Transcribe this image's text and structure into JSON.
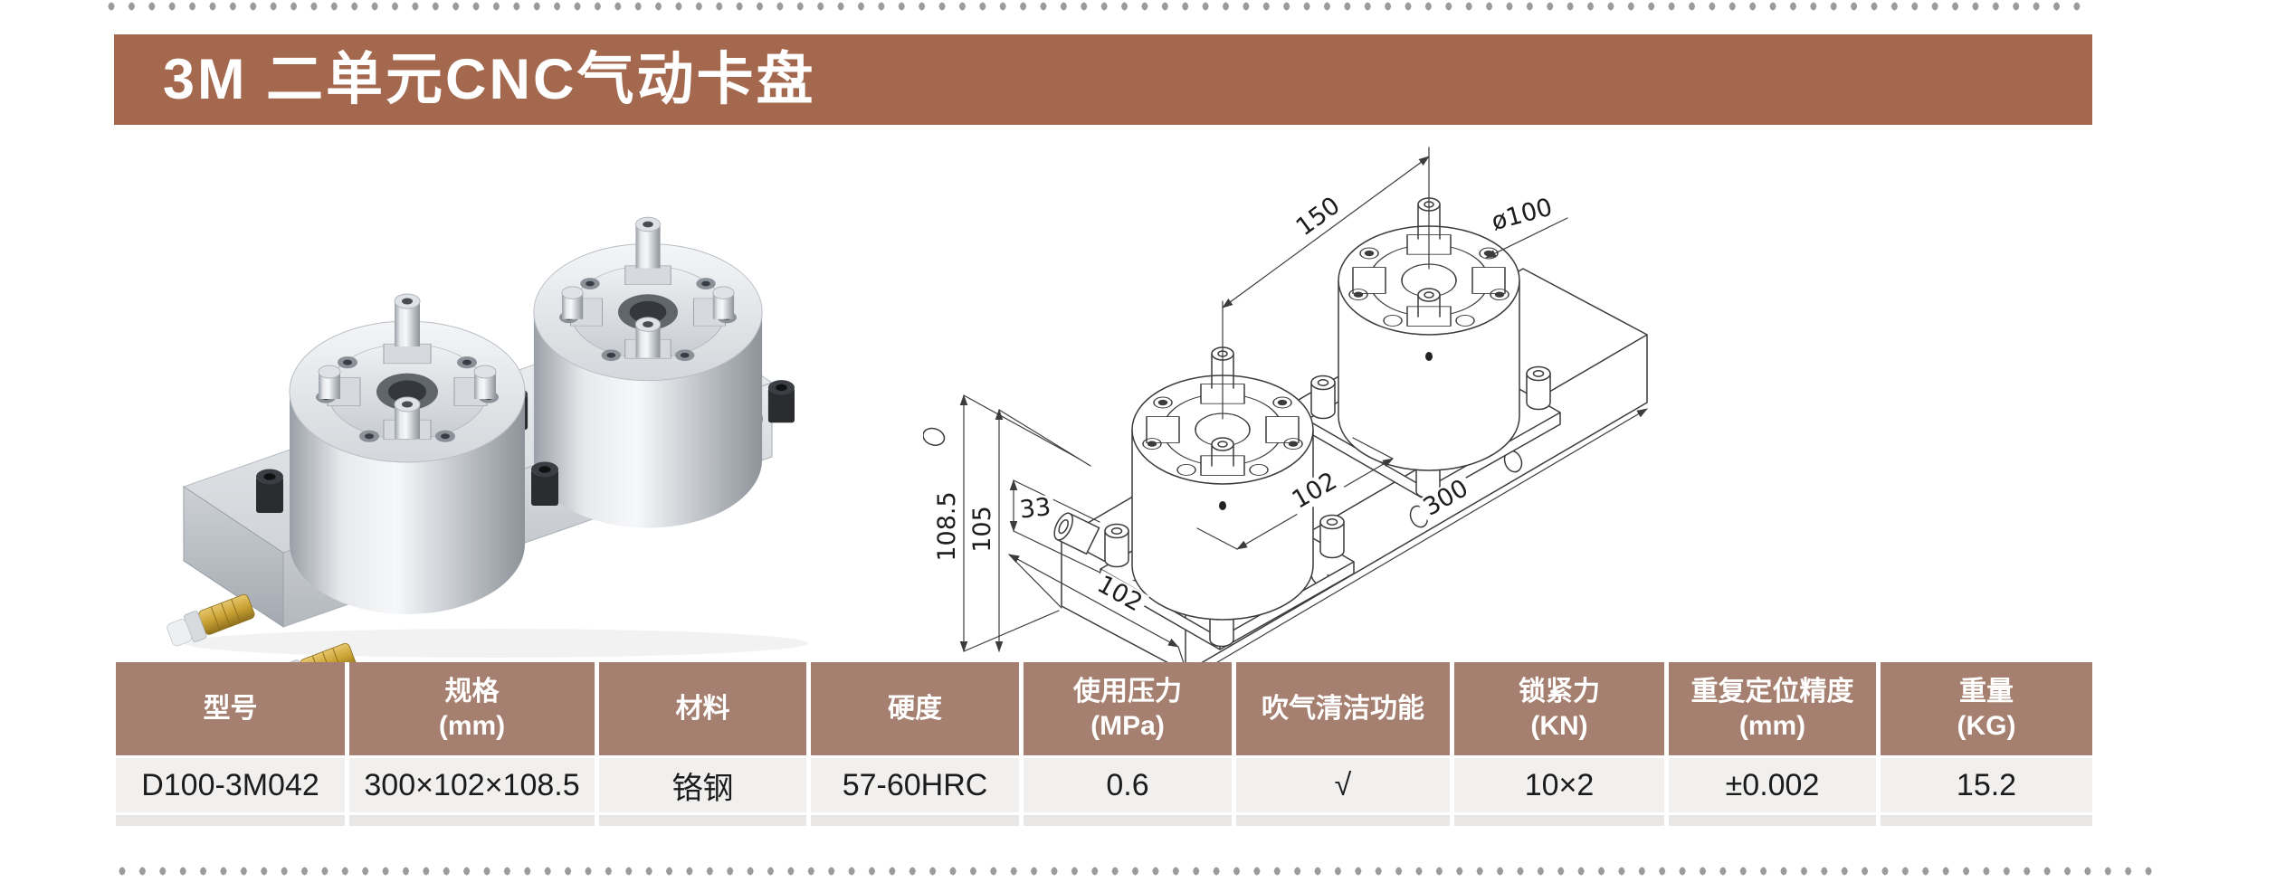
{
  "header": {
    "title": "3M 二单元CNC气动卡盘"
  },
  "colors": {
    "title_bar_brown": "#A3684D",
    "table_header_brown": "#A57F6F",
    "table_row_gray": "#F1F0EF",
    "dot_gray": "#9B9B9B"
  },
  "drawing": {
    "dims": {
      "pitch_150": "150",
      "dia_100": "ø100",
      "height_108_5": "108.5",
      "height_105": "105",
      "offset_33": "33",
      "depth_102": "102",
      "unit_width_102": "102",
      "length_300": "300"
    }
  },
  "table": {
    "headers": [
      {
        "line1": "型号",
        "line2": ""
      },
      {
        "line1": "规格",
        "line2": "(mm)"
      },
      {
        "line1": "材料",
        "line2": ""
      },
      {
        "line1": "硬度",
        "line2": ""
      },
      {
        "line1": "使用压力",
        "line2": "(MPa)"
      },
      {
        "line1": "吹气清洁功能",
        "line2": ""
      },
      {
        "line1": "锁紧力",
        "line2": "(KN)"
      },
      {
        "line1": "重复定位精度",
        "line2": "(mm)"
      },
      {
        "line1": "重量",
        "line2": "(KG)"
      }
    ],
    "row": {
      "model": "D100-3M042",
      "spec": "300×102×108.5",
      "material": "铬钢",
      "hardness": "57-60HRC",
      "pressure": "0.6",
      "air_clean": "√",
      "clamp_force": "10×2",
      "repeatability": "±0.002",
      "weight": "15.2"
    }
  }
}
